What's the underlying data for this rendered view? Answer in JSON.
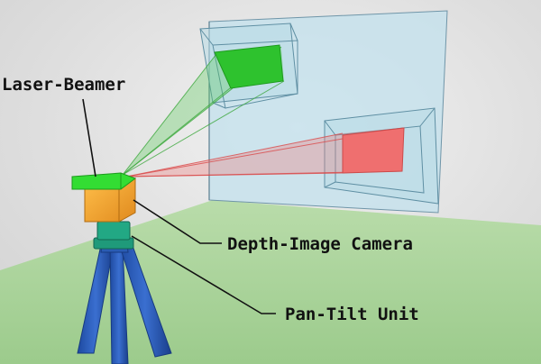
{
  "labels": {
    "laser_beamer": "Laser-Beamer",
    "depth_camera": "Depth-Image Camera",
    "pan_tilt": "Pan-Tilt Unit"
  },
  "colors": {
    "background": "#e4e4e4",
    "floor": "#a9d39a",
    "wall": "#c4e1ec",
    "green_projection": "#2ec22e",
    "red_projection": "#ef6f6f",
    "beamer": "#33dd33",
    "camera_body": "#f2a93a",
    "tripod": "#2a5cb3",
    "pan_tilt_unit": "#1f9a7a"
  }
}
